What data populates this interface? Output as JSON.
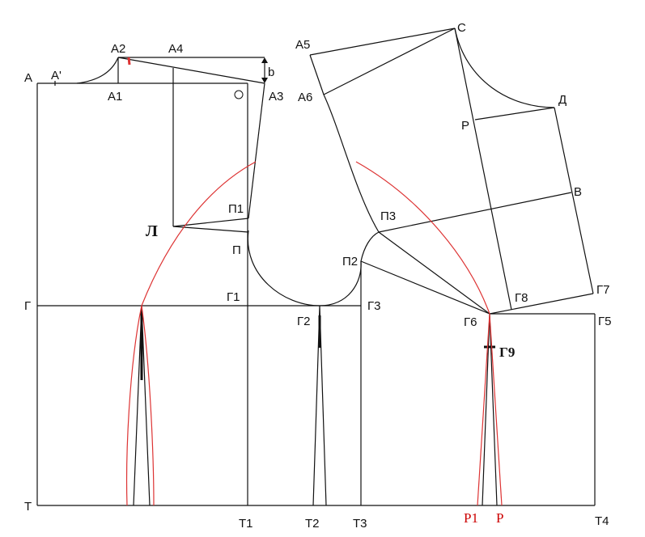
{
  "labels": {
    "A": "А",
    "A_prime": "А'",
    "A1": "А1",
    "A2": "А2",
    "A3": "А3",
    "A4": "А4",
    "b": "b",
    "A5": "А5",
    "A6": "А6",
    "C": "С",
    "D": "Д",
    "P": "Р",
    "V": "В",
    "L": "Л",
    "P1": "П1",
    "P0": "П",
    "P2": "П2",
    "P3": "П3",
    "G": "Г",
    "G1": "Г1",
    "G2": "Г2",
    "G3": "Г3",
    "G5": "Г5",
    "G6": "Г6",
    "G7": "Г7",
    "G8": "Г8",
    "G9": "Г9",
    "T": "Т",
    "T1": "Т1",
    "T2": "Т2",
    "T3": "Т3",
    "T4": "Т4",
    "R1": "Р1",
    "R": "Р",
    "O": "o"
  },
  "colors": {
    "line": "#111111",
    "modelling": "#dd3333"
  }
}
